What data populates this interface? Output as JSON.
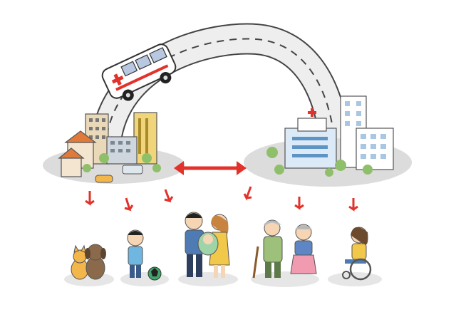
{
  "illustration": {
    "left_platform": {
      "name": "city-district",
      "has_red_cross_building": true
    },
    "right_platform": {
      "name": "hospital-district",
      "has_red_cross_building": true
    },
    "road": {
      "vehicle": "ambulance-icon"
    },
    "connector": {
      "direction": "bidirectional",
      "color": "#e2322a"
    },
    "down_arrows": {
      "count": 6,
      "color": "#e2322a"
    },
    "groups": [
      {
        "id": "pets",
        "members": [
          "cat",
          "dog"
        ]
      },
      {
        "id": "child",
        "members": [
          "boy",
          "soccer-ball"
        ]
      },
      {
        "id": "family",
        "members": [
          "father",
          "mother",
          "baby"
        ]
      },
      {
        "id": "elderly",
        "members": [
          "grandfather",
          "grandmother"
        ]
      },
      {
        "id": "wheelchair",
        "members": [
          "girl-in-wheelchair"
        ]
      }
    ],
    "colors": {
      "accent_red": "#e2322a",
      "platform_gray": "#dcdcdc",
      "road_gray": "#eeeeee",
      "outline": "#444444"
    }
  }
}
